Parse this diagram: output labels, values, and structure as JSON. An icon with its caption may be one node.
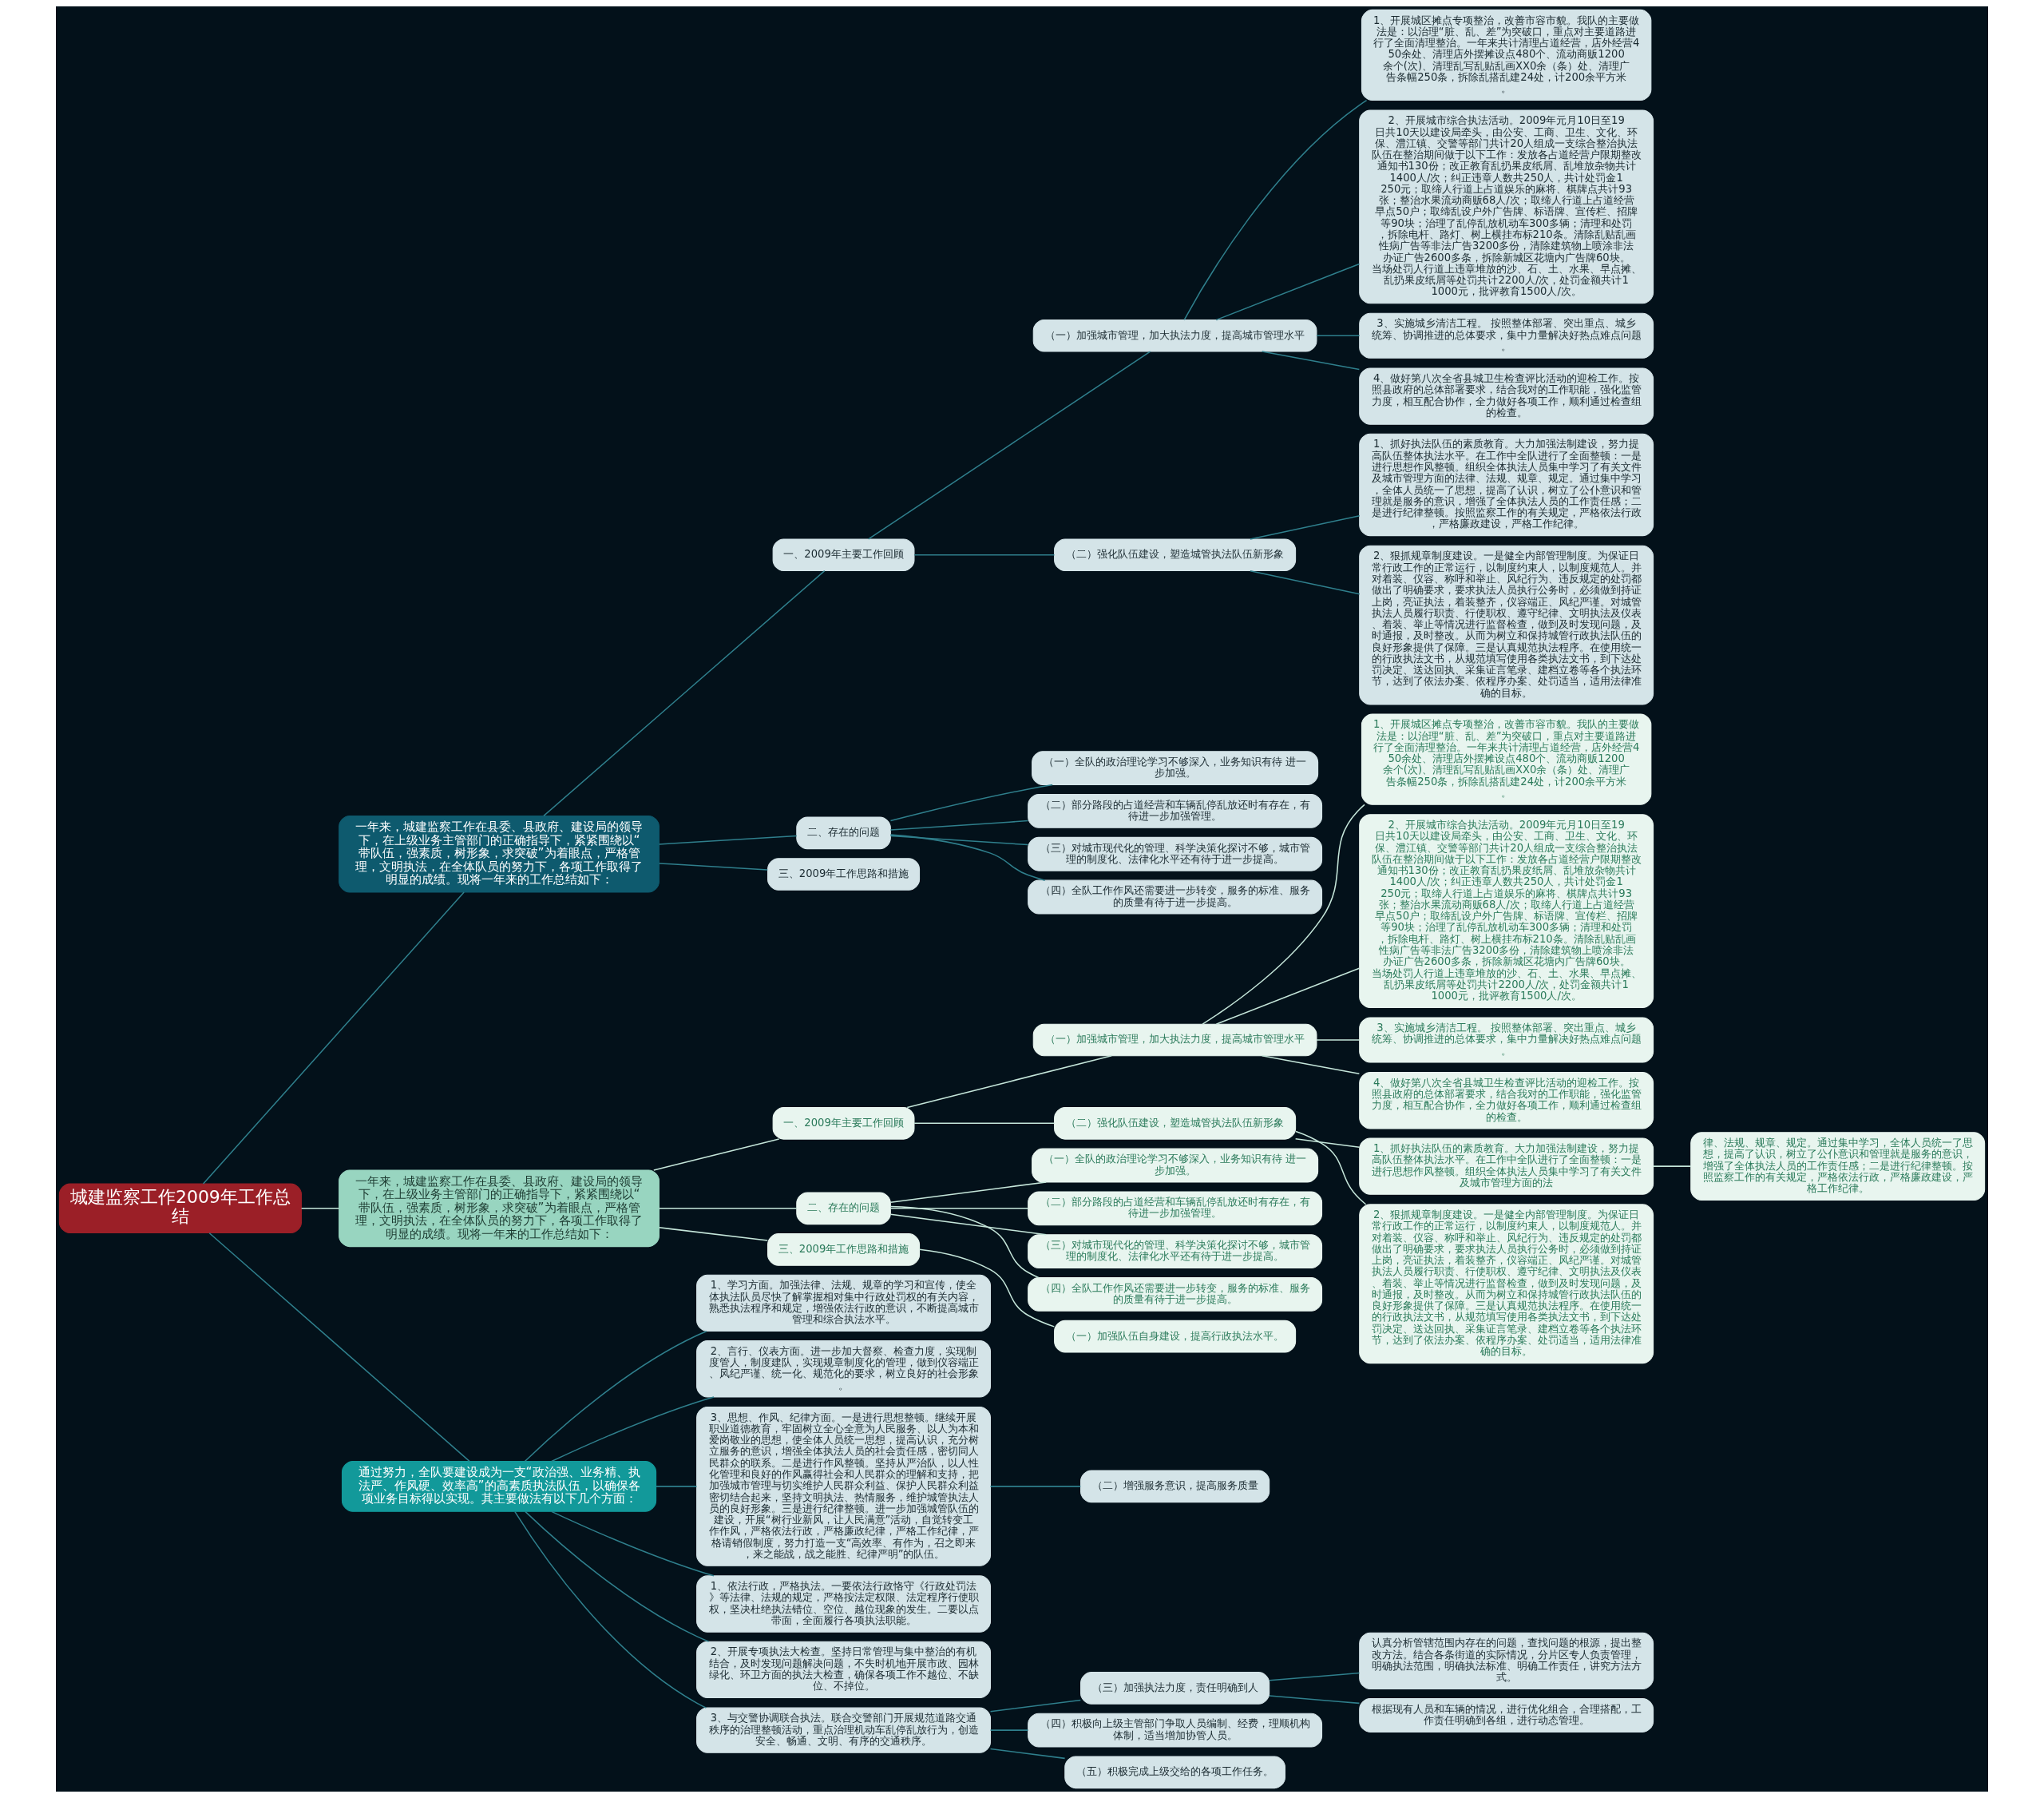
{
  "diagram": {
    "nodes": [
      {
        "text": [
          "城建监察工作2009年工作总结"
        ]
      },
      {
        "text": [
          "一年来，城建监察工作在县委、县政府、建设局的领导下，在上级业务主管部门的正确指导下，紧紧围绕以“带队伍，强素质，树形象，求突破”为着眼点，严格管理，文明执法，在全体队员的努力下，各项工作取得了明显的成绩。现将一年来的工作总结如下："
        ]
      },
      {
        "text": [
          "一、2009年主要工作回顾"
        ]
      },
      {
        "text": [
          "（一）加强城市管理，加大执法力度，提高城市管理水平"
        ]
      },
      {
        "text": [
          "1、开展城区摊点专项整治，改善市容市貌。我队的主要做法是：以治理“脏、乱、差”为突破口，重点对主要道路进行了全面清理整治。一年来共计清理占道经营，店外经营450余处、清理店外摆摊设点480个、流动商贩1200余个(次)、清理乱写乱贴乱画XX0余（条）处、清理广告条幅250条，拆除乱搭乱建24处，计200余平方米。"
        ]
      },
      {
        "text": [
          "2、开展城市综合执法活动。2009年元月10日至19日共10天以建设局牵头，由公安、工商、卫生、文化、环保、澧江镇、交警等部门共计20人组成一支综合整治执法队伍在整治期间做于以下工作：发放各占道经营户限期整改通知书130份；改正教育乱扔果皮纸屑、乱堆放杂物共计1400人/次；纠正违章人数共250人，共计处罚金1250元；取缔人行道上占道娱乐的麻将、棋牌点共计93张；整治水果流动商贩68人/次；取缔人行道上占道经营早点50户；取缔乱设户外广告牌、标语牌、宣传栏、招牌等90块；治理了乱停乱放机动车300多辆；清理和处罚，拆除电杆、路灯、树上横挂布标210条。清除乱贴乱画性病广告等非法广告3200多份，清除建筑物上喷涂非法办证广告2600多条，拆除新城区花塘内广告牌60块。当场处罚人行道上违章堆放的沙、石、土、水果、早点摊、乱扔果皮纸屑等处罚共计2200人/次，处罚金额共计11000元，批评教育1500人/次。"
        ]
      },
      {
        "text": [
          "3、实施城乡清洁工程。 按照整体部署、突出重点、城乡统筹、协调推进的总体要求，集中力量解决好热点难点问题。"
        ]
      },
      {
        "text": [
          "4、做好第八次全省县城卫生检查评比活动的迎检工作。按照县政府的总体部署要求，结合我对的工作职能，强化监管力度，相互配合协作，全力做好各项工作，顺利通过检查组的检查。"
        ]
      },
      {
        "text": [
          "（二）强化队伍建设，塑造城管执法队伍新形象"
        ]
      },
      {
        "text": [
          "1、抓好执法队伍的素质教育。大力加强法制建设，努力提高队伍整体执法水平。在工作中全队进行了全面整顿：一是进行思想作风整顿。组织全体执法人员集中学习了有关文件及城市管理方面的法律、法规、规章、规定。通过集中学习，全体人员统一了思想，提高了认识，树立了公仆意识和管理就是服务的意识，增强了全体执法人员的工作责任感；二是进行纪律整顿。按照监察工作的有关规定，严格依法行政，严格廉政建设，严格工作纪律。"
        ]
      },
      {
        "text": [
          "2、狠抓规章制度建设。一是健全内部管理制度。为保证日常行政工作的正常运行，以制度约束人，以制度规范人。并对着装、仪容、称呼和举止、风纪行为、违反规定的处罚都做出了明确要求，要求执法人员执行公务时，必须做到持证上岗，亮证执法，着装整齐，仪容端正、风纪严谨。对城管执法人员履行职责、行使职权、遵守纪律、文明执法及仪表、着装、举止等情况进行监督检查，做到及时发现问题，及时通报，及时整改。从而为树立和保持城管行政执法队伍的良好形象提供了保障。三是认真规范执法程序。在使用统一的行政执法文书，从规范填写使用各类执法文书，到下达处罚决定、送达回执、采集证言笔录、建档立卷等各个执法环节，达到了依法办案、依程序办案、处罚适当，适用法律准确的目标。"
        ]
      },
      {
        "text": [
          "二、存在的问题"
        ]
      },
      {
        "text": [
          "（一）全队的政治理论学习不够深入，业务知识有待 进一步加强。"
        ]
      },
      {
        "text": [
          "（二）部分路段的占道经营和车辆乱停乱放还时有存在，有待进一步加强管理。"
        ]
      },
      {
        "text": [
          "（三）对城市现代化的管理、科学决策化探讨不够，城市管理的制度化、法律化水平还有待于进一步提高。"
        ]
      },
      {
        "text": [
          "（四）全队工作作风还需要进一步转变，服务的标准、服务的质量有待于进一步提高。"
        ]
      },
      {
        "text": [
          "三、2009年工作思路和措施"
        ]
      },
      {
        "text": [
          "一年来，城建监察工作在县委、县政府、建设局的领导下，在上级业务主管部门的正确指导下，紧紧围绕以“带队伍，强素质，树形象，求突破”为着眼点，严格管理，文明执法，在全体队员的努力下，各项工作取得了明显的成绩。现将一年来的工作总结如下："
        ]
      },
      {
        "text": [
          "一、2009年主要工作回顾"
        ]
      },
      {
        "text": [
          "（一）加强城市管理，加大执法力度，提高城市管理水平"
        ]
      },
      {
        "text": [
          "1、开展城区摊点专项整治，改善市容市貌。我队的主要做法是：以治理“脏、乱、差”为突破口，重点对主要道路进行了全面清理整治。一年来共计清理占道经营，店外经营450余处、清理店外摆摊设点480个、流动商贩1200余个(次)、清理乱写乱贴乱画XX0余（条）处、清理广告条幅250条，拆除乱搭乱建24处，计200余平方米。"
        ]
      },
      {
        "text": [
          "2、开展城市综合执法活动。2009年元月10日至19日共10天以建设局牵头，由公安、工商、卫生、文化、环保、澧江镇、交警等部门共计20人组成一支综合整治执法队伍在整治期间做于以下工作：发放各占道经营户限期整改通知书130份；改正教育乱扔果皮纸屑、乱堆放杂物共计1400人/次；纠正违章人数共250人，共计处罚金1250元；取缔人行道上占道娱乐的麻将、棋牌点共计93张；整治水果流动商贩68人/次；取缔人行道上占道经营早点50户；取缔乱设户外广告牌、标语牌、宣传栏、招牌等90块；治理了乱停乱放机动车300多辆；清理和处罚，拆除电杆、路灯、树上横挂布标210条。清除乱贴乱画性病广告等非法广告3200多份，清除建筑物上喷涂非法办证广告2600多条，拆除新城区花塘内广告牌60块。当场处罚人行道上违章堆放的沙、石、土、水果、早点摊、乱扔果皮纸屑等处罚共计2200人/次，处罚金额共计11000元，批评教育1500人/次。"
        ]
      },
      {
        "text": [
          "3、实施城乡清洁工程。 按照整体部署、突出重点、城乡统筹、协调推进的总体要求，集中力量解决好热点难点问题。"
        ]
      },
      {
        "text": [
          "4、做好第八次全省县城卫生检查评比活动的迎检工作。按照县政府的总体部署要求，结合我对的工作职能，强化监管力度，相互配合协作，全力做好各项工作，顺利通过检查组的检查。"
        ]
      },
      {
        "text": [
          "（二）强化队伍建设，塑造城管执法队伍新形象"
        ]
      },
      {
        "text": [
          "1、抓好执法队伍的素质教育。大力加强法制建设，努力提高队伍整体执法水平。在工作中全队进行了全面整顿：一是进行思想作风整顿。组织全体执法人员集中学习了有关文件及城市管理方面的法"
        ]
      },
      {
        "text": [
          "律、法规、规章、规定。通过集中学习，全体人员统一了思想，提高了认识，树立了公仆意识和管理就是服务的意识，增强了全体执法人员的工作责任感；二是进行纪律整顿。按照监察工作的有关规定，严格依法行政，严格廉政建设，严格工作纪律。"
        ]
      },
      {
        "text": [
          "2、狠抓规章制度建设。一是健全内部管理制度。为保证日常行政工作的正常运行，以制度约束人，以制度规范人。并对着装、仪容、称呼和举止、风纪行为、违反规定的处罚都做出了明确要求，要求执法人员执行公务时，必须做到持证上岗，亮证执法，着装整齐，仪容端正、风纪严谨。对城管执法人员履行职责、行使职权、遵守纪律、文明执法及仪表、着装、举止等情况进行监督检查，做到及时发现问题，及时通报，及时整改。从而为树立和保持城管行政执法队伍的良好形象提供了保障。三是认真规范执法程序。在使用统一的行政执法文书，从规范填写使用各类执法文书，到下达处罚决定、送达回执、采集证言笔录、建档立卷等各个执法环节，达到了依法办案、依程序办案、处罚适当，适用法律准确的目标。"
        ]
      },
      {
        "text": [
          "二、存在的问题"
        ]
      },
      {
        "text": [
          "（一）全队的政治理论学习不够深入，业务知识有待 进一步加强。"
        ]
      },
      {
        "text": [
          "（二）部分路段的占道经营和车辆乱停乱放还时有存在，有待进一步加强管理。"
        ]
      },
      {
        "text": [
          "（三）对城市现代化的管理、科学决策化探讨不够，城市管理的制度化、法律化水平还有待于进一步提高。"
        ]
      },
      {
        "text": [
          "（四）全队工作作风还需要进一步转变，服务的标准、服务的质量有待于进一步提高。"
        ]
      },
      {
        "text": [
          "三、2009年工作思路和措施"
        ]
      },
      {
        "text": [
          "（一）加强队伍自身建设，提高行政执法水平。"
        ]
      },
      {
        "text": [
          "通过努力，全队要建设成为一支“政治强、业务精、执法严、作风硬、效率高”的高素质执法队伍，以确保各项业务目标得以实现。其主要做法有以下几个方面："
        ]
      },
      {
        "text": [
          "1、学习方面。加强法律、法规、规章的学习和宣传，使全体执法队员尽快了解掌握相对集中行政处罚权的有关内容，熟悉执法程序和规定，增强依法行政的意识，不断提高城市管理和综合执法水平。"
        ]
      },
      {
        "text": [
          "2、言行、仪表方面。进一步加大督察、检查力度，实现制度管人，制度建队，实现规章制度化的管理，做到仪容端正、风纪严谨、统一化、规范化的要求，树立良好的社会形象。"
        ]
      },
      {
        "text": [
          "3、思想、作风、纪律方面。一是进行思想整顿。继续开展职业道德教育，牢固树立全心全意为人民服务、以人为本和爱岗敬业的思想，使全体人员统一思想，提高认识，充分树立服务的意识，增强全体执法人员的社会责任感，密切同人民群众的联系。二是进行作风整顿。坚持从严治队，以人性化管理和良好的作风赢得社会和人民群众的理解和支持，把加强城市管理与切实维护人民群众利益、保护人民群众利益密切结合起来，坚持文明执法、热情服务，维护城管执法人员的良好形象。三是进行纪律整顿。进一步加强城管队伍的建设，开展“树行业新风，让人民满意”活动，自觉转变工作作风，严格依法行政，严格廉政纪律，严格工作纪律，严格请销假制度，努力打造一支“高效率、有作为，召之即来，来之能战，战之能胜、纪律严明”的队伍。"
        ]
      },
      {
        "text": [
          "（二）增强服务意识，提高服务质量"
        ]
      },
      {
        "text": [
          "1、依法行政，严格执法。一要依法行政恪守《行政处罚法》等法律、法规的规定，严格按法定权限、法定程序行使职权，坚决杜绝执法错位、空位、越位现象的发生。二要以点带面，全面履行各项执法职能。"
        ]
      },
      {
        "text": [
          "2、开展专项执法大检查。坚持日常管理与集中整治的有机结合，及时发现问题解决问题，不失时机地开展市政、园林绿化、环卫方面的执法大检查，确保各项工作不越位、不缺位、不掉位。"
        ]
      },
      {
        "text": [
          "3、与交警协调联合执法。联合交警部门开展规范道路交通秩序的治理整顿活动，重点治理机动车乱停乱放行为，创造安全、畅通、文明、有序的交通秩序。"
        ]
      },
      {
        "text": [
          "（三）加强执法力度，责任明确到人"
        ]
      },
      {
        "text": [
          "认真分析管辖范围内存在的问题，查找问题的根源，提出整改方法。结合各条街道的实际情况，分片区专人负责管理，明确执法范围，明确执法标准、明确工作责任，讲究方法方式。"
        ]
      },
      {
        "text": [
          "根据现有人员和车辆的情况，进行优化组合，合理搭配，工作责任明确到各组，进行动态管理。"
        ]
      },
      {
        "text": [
          "（四）积极向上级主管部门争取人员编制、经费，理顺机构体制，适当增加协管人员。"
        ]
      },
      {
        "text": [
          "（五）积极完成上级交给的各项工作任务。"
        ]
      }
    ],
    "edges": [
      {
        "from": 0,
        "to": 1,
        "arrow": "none"
      },
      {
        "from": 0,
        "to": 17,
        "arrow": "none",
        "color": "#c5e6da"
      },
      {
        "from": 0,
        "to": 35,
        "arrow": "none"
      },
      {
        "from": 1,
        "to": 2,
        "arrow": "none"
      },
      {
        "from": 1,
        "to": 11,
        "arrow": "none"
      },
      {
        "from": 1,
        "to": 16,
        "arrow": "none"
      },
      {
        "from": 2,
        "to": 3,
        "arrow": "none"
      },
      {
        "from": 2,
        "to": 8,
        "arrow": "none"
      },
      {
        "from": 3,
        "to": 4,
        "arrow": "none"
      },
      {
        "from": 3,
        "to": 5,
        "arrow": "none"
      },
      {
        "from": 3,
        "to": 6,
        "arrow": "none"
      },
      {
        "from": 3,
        "to": 7,
        "arrow": "none"
      },
      {
        "from": 8,
        "to": 9,
        "arrow": "none"
      },
      {
        "from": 8,
        "to": 10,
        "arrow": "none"
      },
      {
        "from": 11,
        "to": 12,
        "arrow": "none"
      },
      {
        "from": 11,
        "to": 13,
        "arrow": "none"
      },
      {
        "from": 11,
        "to": 14,
        "arrow": "none"
      },
      {
        "from": 11,
        "to": 15,
        "arrow": "none"
      },
      {
        "from": 17,
        "to": 18,
        "arrow": "none",
        "color": "#c5e6da"
      },
      {
        "from": 17,
        "to": 28,
        "arrow": "none",
        "color": "#c5e6da"
      },
      {
        "from": 17,
        "to": 33,
        "arrow": "none",
        "color": "#c5e6da"
      },
      {
        "from": 18,
        "to": 19,
        "arrow": "none",
        "color": "#c5e6da"
      },
      {
        "from": 18,
        "to": 24,
        "arrow": "none",
        "color": "#c5e6da"
      },
      {
        "from": 19,
        "to": 20,
        "arrow": "none",
        "color": "#c5e6da"
      },
      {
        "from": 19,
        "to": 21,
        "arrow": "none",
        "color": "#c5e6da"
      },
      {
        "from": 19,
        "to": 22,
        "arrow": "none",
        "color": "#c5e6da"
      },
      {
        "from": 19,
        "to": 23,
        "arrow": "none",
        "color": "#c5e6da"
      },
      {
        "from": 24,
        "to": 25,
        "arrow": "none",
        "color": "#c5e6da"
      },
      {
        "from": 24,
        "to": 27,
        "arrow": "none",
        "color": "#c5e6da"
      },
      {
        "from": 25,
        "to": 26,
        "arrow": "none",
        "color": "#c5e6da"
      },
      {
        "from": 28,
        "to": 29,
        "arrow": "none",
        "color": "#c5e6da"
      },
      {
        "from": 28,
        "to": 30,
        "arrow": "none",
        "color": "#c5e6da"
      },
      {
        "from": 28,
        "to": 31,
        "arrow": "none",
        "color": "#c5e6da"
      },
      {
        "from": 28,
        "to": 32,
        "arrow": "none",
        "color": "#c5e6da"
      },
      {
        "from": 33,
        "to": 34,
        "arrow": "none",
        "color": "#c5e6da"
      },
      {
        "from": 35,
        "to": 36,
        "arrow": "none"
      },
      {
        "from": 35,
        "to": 37,
        "arrow": "none"
      },
      {
        "from": 35,
        "to": 38,
        "arrow": "none"
      },
      {
        "from": 35,
        "to": 40,
        "arrow": "none"
      },
      {
        "from": 35,
        "to": 41,
        "arrow": "none"
      },
      {
        "from": 35,
        "to": 42,
        "arrow": "none"
      },
      {
        "from": 38,
        "to": 39,
        "arrow": "none"
      },
      {
        "from": 42,
        "to": 43,
        "arrow": "none"
      },
      {
        "from": 42,
        "to": 46,
        "arrow": "none"
      },
      {
        "from": 42,
        "to": 47,
        "arrow": "none"
      },
      {
        "from": 43,
        "to": 44,
        "arrow": "none"
      },
      {
        "from": 43,
        "to": 45,
        "arrow": "none"
      }
    ]
  }
}
